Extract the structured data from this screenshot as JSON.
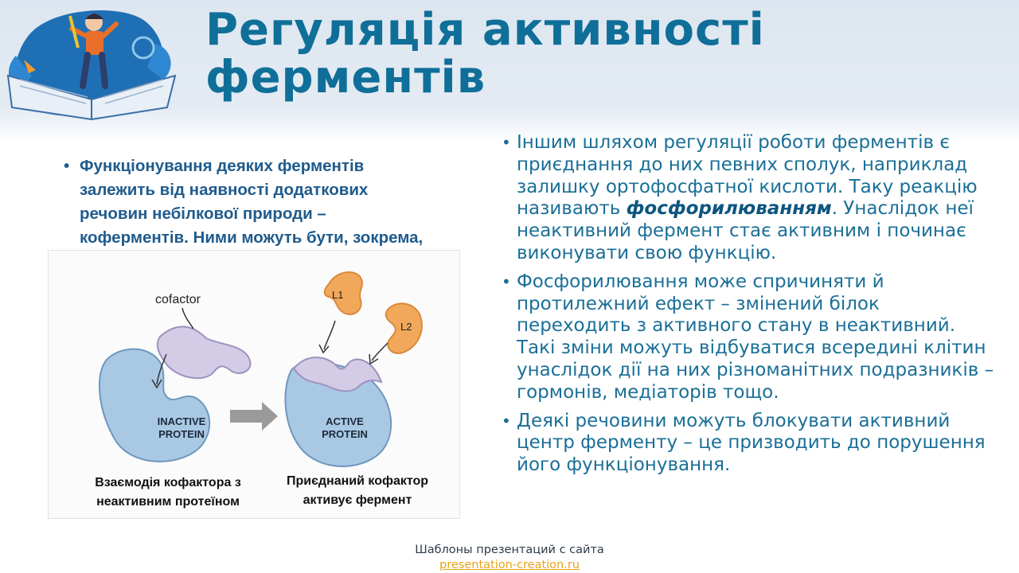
{
  "slide": {
    "title": "Регуляція активності ферментів",
    "left_bullet": "Функціонування деяких ферментів залежить від наявності додаткових речовин небілкової природи – коферментів. Ними можуть бути, зокрема, похідні вітамінів.",
    "figure": {
      "cofactor_label": "cofactor",
      "inactive_label_1": "INACTIVE",
      "inactive_label_2": "PROTEIN",
      "active_label_1": "ACTIVE",
      "active_label_2": "PROTEIN",
      "ligand_1": "L1",
      "ligand_2": "L2",
      "caption_left": "Взаємодія кофактора з неактивним протеїном",
      "caption_right": "Приєднаний кофактор активує фермент"
    },
    "right_bullets": [
      {
        "before": "Іншим шляхом регуляції роботи ферментів є приєднання до них певних сполук, наприклад залишку ортофосфатної кислоти. Таку реакцію називають ",
        "emphasis": "фосфорилюванням",
        "after": ". Унаслідок неї неактивний фермент стає активним і починає виконувати свою функцію."
      },
      {
        "text": "Фосфорилювання може спричиняти й протилежний ефект – змінений білок переходить з активного стану в неактивний. Такі зміни можуть відбуватися всередині клітин унаслідок дії на них різноманітних подразників – гормонів, медіаторів тощо."
      },
      {
        "text": "Деякі речовини можуть блокувати активний центр ферменту – це призводить до порушення його функціонування."
      }
    ]
  },
  "footer": {
    "line1": "Шаблоны презентаций с сайта",
    "link": "presentation-creation.ru"
  },
  "colors": {
    "title": "#0f6f98",
    "body_text": "#1a6f97",
    "left_text": "#1f5b8c",
    "header_band": "#dde6f0",
    "link": "#e8a317"
  },
  "icons": {
    "logo": "student-on-book-illustration"
  }
}
